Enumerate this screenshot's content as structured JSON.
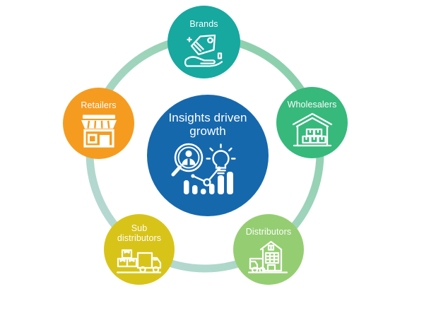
{
  "diagram": {
    "title": "Insights driven growth ecosystem wheel",
    "background_color": "#ffffff",
    "hub": {
      "label": "Insights driven\ngrowth",
      "color": "#1668ad",
      "icon_name": "insights-analytics-icon"
    },
    "ring": {
      "name": "connector-ring",
      "colors": [
        "#b9d9d7",
        "#a7d6c5",
        "#9ed4ba",
        "#8fd0ad"
      ]
    },
    "nodes": [
      {
        "id": "brands",
        "label": "Brands",
        "color": "#17a8a0",
        "icon_name": "hand-price-tag-icon"
      },
      {
        "id": "wholesalers",
        "label": "Wholesalers",
        "color": "#37b97c",
        "icon_name": "warehouse-boxes-icon"
      },
      {
        "id": "distributors",
        "label": "Distributors",
        "color": "#95ce72",
        "icon_name": "warehouse-truck-icon"
      },
      {
        "id": "subdistributors",
        "label": "Sub\ndistributors",
        "color": "#d8c419",
        "icon_name": "boxes-delivery-truck-icon"
      },
      {
        "id": "retailers",
        "label": "Retailers",
        "color": "#f59c20",
        "icon_name": "storefront-icon"
      }
    ]
  }
}
